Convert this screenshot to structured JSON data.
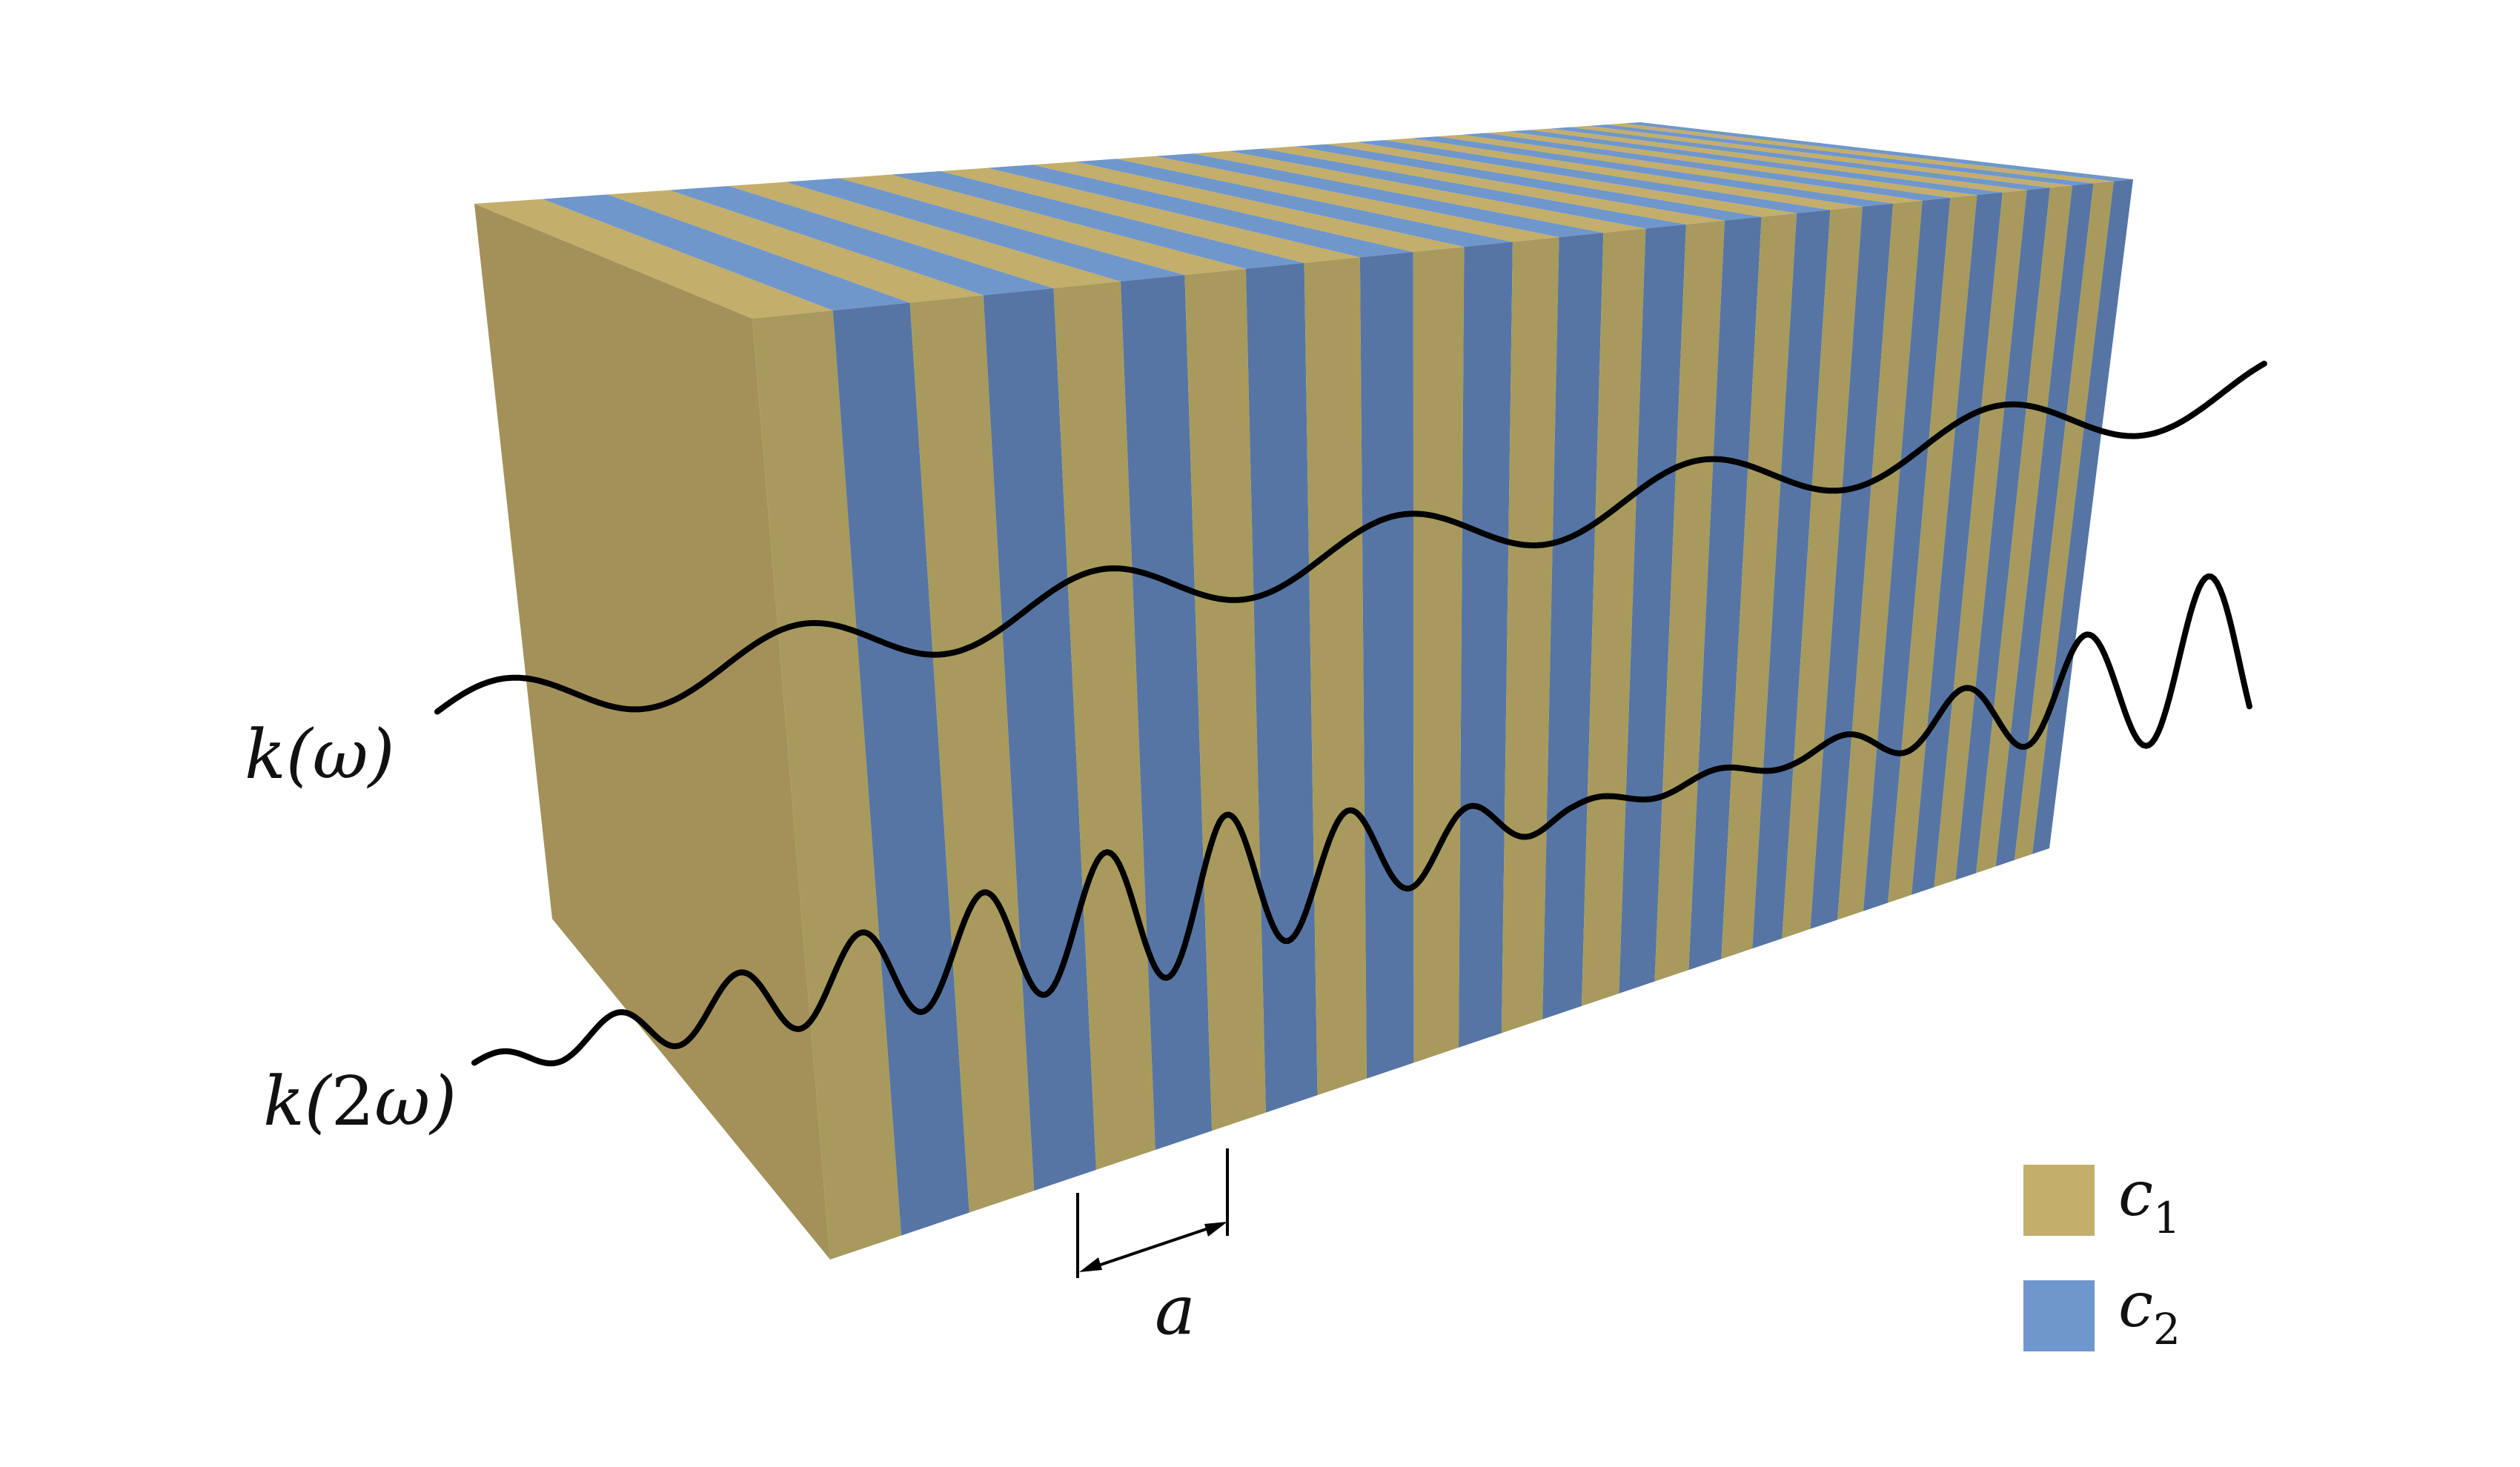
{
  "colors": {
    "c1": "#C4AE6C",
    "c2": "#6F97CB",
    "c1_front": "#A79A5C",
    "c2_front": "#5675A4",
    "c1_side": "#A4915A",
    "ink": "#000000",
    "background": "#FFFFFF"
  },
  "structure": {
    "layer_pairs": 16
  },
  "labels": {
    "wave_fundamental": {
      "prefix": "k(",
      "var": "ω",
      "suffix": ")"
    },
    "wave_second_harmonic": {
      "prefix": "k(",
      "num": "2",
      "var": "ω",
      "suffix": ")"
    },
    "period": "a"
  },
  "legend": {
    "items": [
      {
        "symbol": "c",
        "subscript": "1",
        "color": "#C4AE6C"
      },
      {
        "symbol": "c",
        "subscript": "2",
        "color": "#6F97CB"
      }
    ]
  }
}
